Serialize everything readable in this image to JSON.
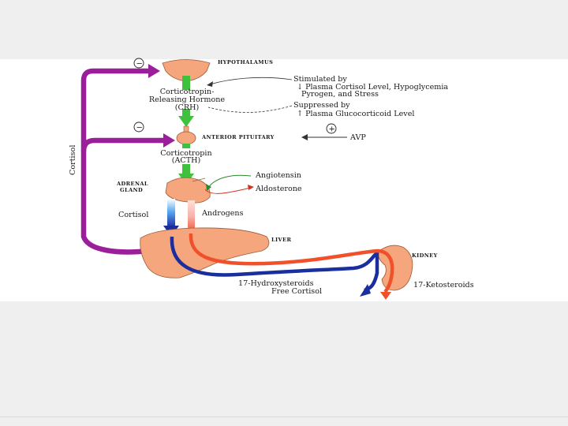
{
  "labels": {
    "hypothalamus": "HYPOTHALAMUS",
    "crh_line1": "Corticotropin-",
    "crh_line2": "Releasing Hormone",
    "crh_line3": "(CRH)",
    "stim_title": "Stimulated by",
    "stim_line1": "↓ Plasma Cortisol Level, Hypoglycemia",
    "stim_line2": "Pyrogen, and Stress",
    "supp_title": "Suppressed by",
    "supp_line1": "↑ Plasma Glucocorticoid Level",
    "anterior_pituitary": "ANTERIOR PITUITARY",
    "avp": "AVP",
    "acth_line1": "Corticotropin",
    "acth_line2": "(ACTH)",
    "adrenal_line1": "ADRENAL",
    "adrenal_line2": "GLAND",
    "angiotensin": "Angiotensin",
    "aldosterone": "Aldosterone",
    "cortisol": "Cortisol",
    "androgens": "Androgens",
    "liver": "LIVER",
    "kidney": "KIDNEY",
    "hydroxy": "17-Hydroxysteroids",
    "free_cortisol": "Free Cortisol",
    "keto": "17-Ketosteroids",
    "cortisol_vertical": "Cortisol",
    "minus_sign": "−",
    "plus_sign": "+"
  },
  "colors": {
    "feedback": "#9b1f9b",
    "green": "#3ec23e",
    "organ": "#f6a67c",
    "organ_stroke": "#9a5a3a",
    "blue": "#1a2e9e",
    "red": "#f0502a",
    "pink": "#f7b8b0"
  }
}
